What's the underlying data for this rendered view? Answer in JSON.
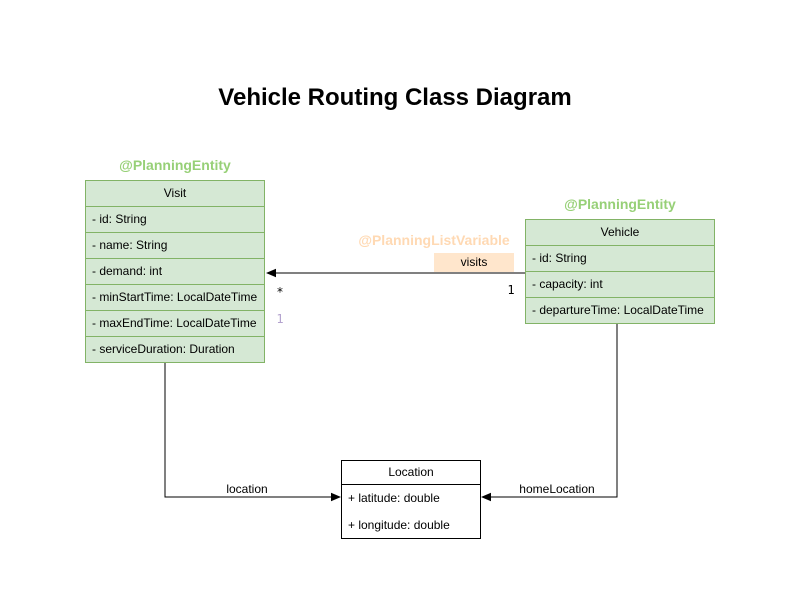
{
  "title": "Vehicle Routing Class Diagram",
  "colors": {
    "entity_fill": "#d5e8d4",
    "entity_border": "#82b366",
    "entity_annotation_text": "#97d077",
    "list_variable_annotation_text": "#ffd9b3",
    "visits_badge_fill": "#ffe6cc",
    "muted_multiplicity_text": "#b3a2ce",
    "edge_color": "#000000"
  },
  "classes": {
    "visit": {
      "annotation": "@PlanningEntity",
      "name": "Visit",
      "attributes": [
        "- id: String",
        "- name: String",
        "- demand: int",
        "- minStartTime: LocalDateTime",
        "- maxEndTime: LocalDateTime",
        "- serviceDuration: Duration"
      ]
    },
    "vehicle": {
      "annotation": "@PlanningEntity",
      "name": "Vehicle",
      "attributes": [
        "- id: String",
        "- capacity: int",
        "- departureTime: LocalDateTime"
      ]
    },
    "location": {
      "name": "Location",
      "attributes": [
        "+ latitude: double",
        "+ longitude: double"
      ]
    }
  },
  "relations": {
    "visits": {
      "annotation": "@PlanningListVariable",
      "label": "visits",
      "visit_side_multiplicity": "*",
      "vehicle_side_multiplicity": "1",
      "secondary_multiplicity": "1"
    },
    "location": {
      "label": "location"
    },
    "home_location": {
      "label": "homeLocation"
    }
  }
}
